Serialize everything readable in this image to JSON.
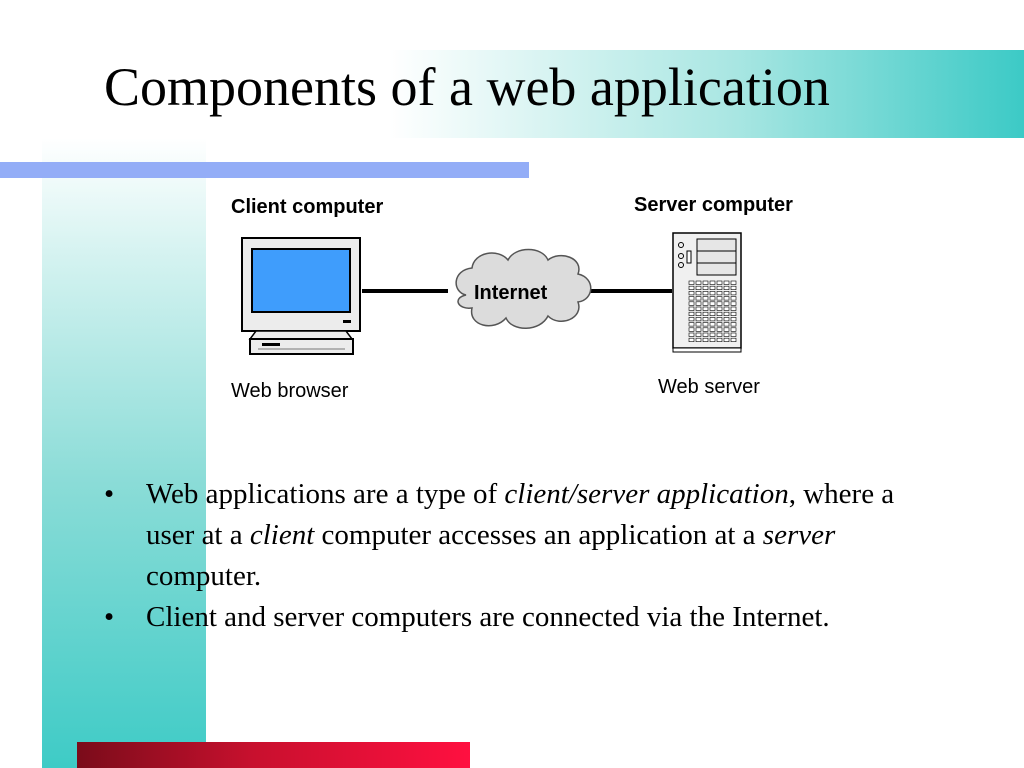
{
  "slide": {
    "title": "Components of a web application"
  },
  "diagram": {
    "client_label": "Client computer",
    "client_caption": "Web browser",
    "server_label": "Server computer",
    "server_caption": "Web server",
    "cloud_label": "Internet"
  },
  "bullets": [
    {
      "segments": [
        {
          "text": "Web applications are a type of ",
          "italic": false
        },
        {
          "text": "client/server application",
          "italic": true
        },
        {
          "text": ", where a user at a ",
          "italic": false
        },
        {
          "text": "client",
          "italic": true
        },
        {
          "text": " computer accesses an application at a ",
          "italic": false
        },
        {
          "text": "server",
          "italic": true
        },
        {
          "text": " computer.",
          "italic": false
        }
      ]
    },
    {
      "segments": [
        {
          "text": "Client and server computers are connected via the Internet.",
          "italic": false
        }
      ]
    }
  ],
  "colors": {
    "accent_teal": "#3ccac6",
    "rule_blue": "#93adf7",
    "rule_red": "#c8102e",
    "monitor_screen": "#3f9dfc"
  }
}
